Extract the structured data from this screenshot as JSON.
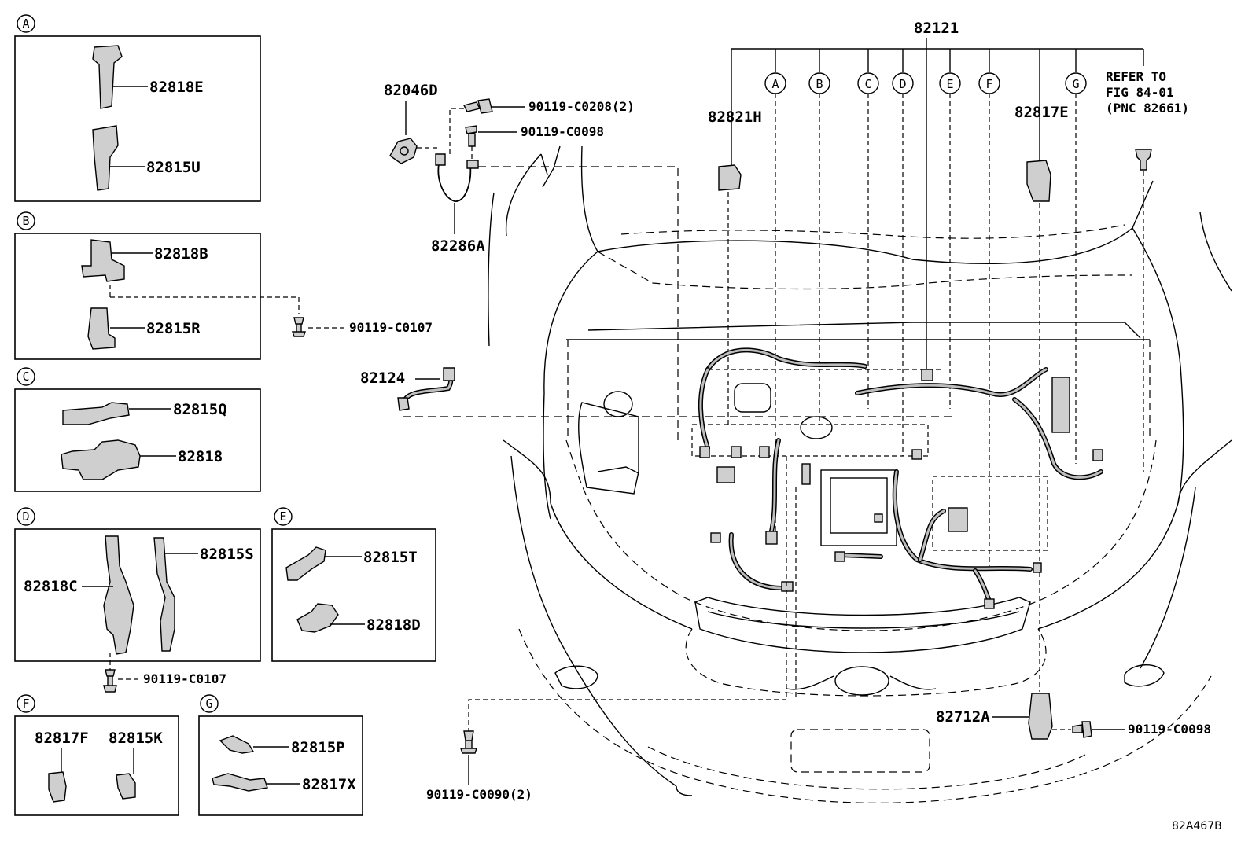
{
  "diagram_id": "82A467B",
  "main_harness": "82121",
  "refer": {
    "line1": "REFER TO",
    "line2": "FIG 84-01",
    "line3": "(PNC 82661)"
  },
  "branch_letters": [
    "A",
    "B",
    "C",
    "D",
    "E",
    "F",
    "G"
  ],
  "insets": {
    "A": {
      "parts": [
        "82818E",
        "82815U"
      ]
    },
    "B": {
      "parts": [
        "82818B",
        "82815R"
      ],
      "bolt": "90119-C0107"
    },
    "C": {
      "parts": [
        "82815Q",
        "82818"
      ]
    },
    "D": {
      "parts": [
        "82818C",
        "82815S"
      ],
      "bolt": "90119-C0107"
    },
    "E": {
      "parts": [
        "82815T",
        "82818D"
      ]
    },
    "F": {
      "parts": [
        "82817F",
        "82815K"
      ]
    },
    "G": {
      "parts": [
        "82815P",
        "82817X"
      ]
    }
  },
  "parts": {
    "p82046D": "82046D",
    "p90119_C0208": "90119-C0208(2)",
    "p90119_C0098_top": "90119-C0098",
    "p82286A": "82286A",
    "p82124": "82124",
    "p82821H": "82821H",
    "p82817E": "82817E",
    "p82712A": "82712A",
    "p90119_C0098_right": "90119-C0098",
    "p90119_C0090": "90119-C0090(2)"
  }
}
